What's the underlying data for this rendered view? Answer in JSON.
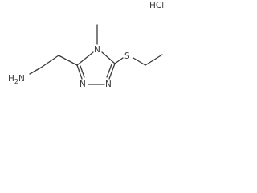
{
  "structure": {
    "salt_label": "HCl",
    "amine_label": "H2N",
    "atoms": {
      "n_methyl": "N",
      "n_ring_left": "N",
      "n_ring_right": "N",
      "sulfur": "S"
    }
  },
  "colors": {
    "ink": "#3a3a3a",
    "background": "#ffffff"
  }
}
